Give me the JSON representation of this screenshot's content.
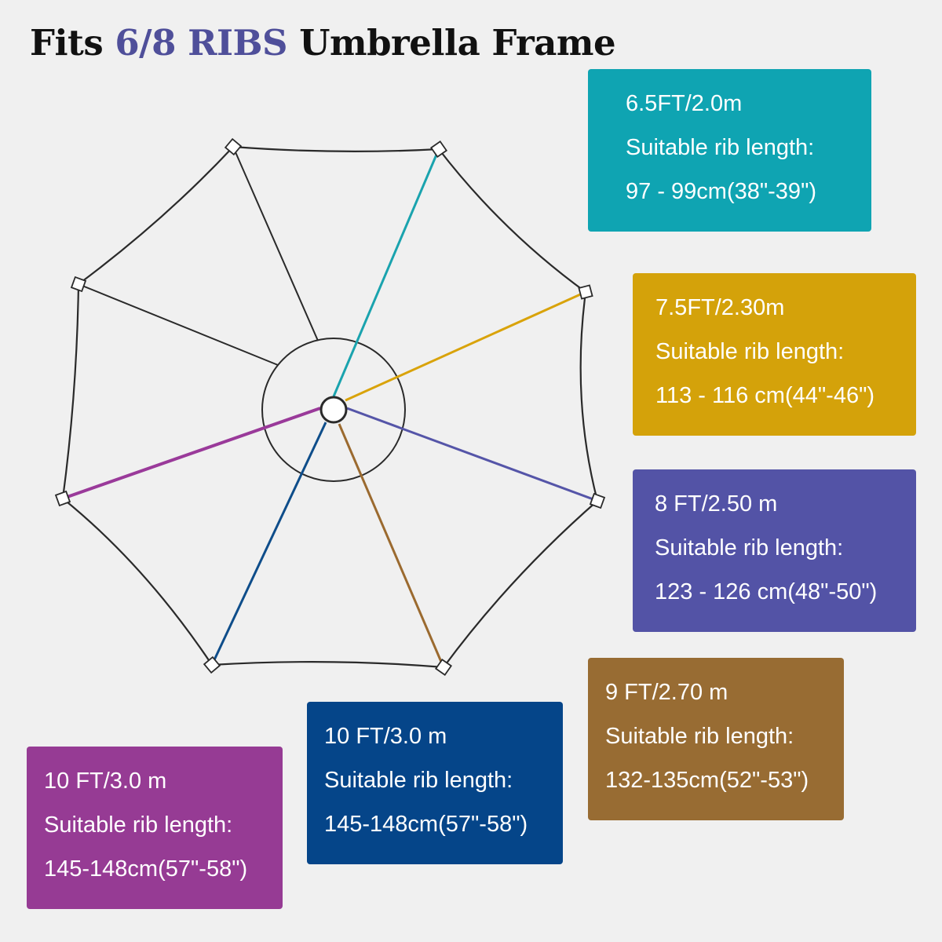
{
  "title": {
    "prefix": "Fits ",
    "highlight": "6/8 RIBS",
    "suffix": " Umbrella Frame",
    "highlight_color": "#4f4f9a"
  },
  "rib_colors": {
    "teal": "#1aa3ae",
    "yellow": "#d9a30a",
    "purple": "#5555a8",
    "brown": "#9b6a2f",
    "navy": "#0e4d8a",
    "magenta": "#9a3a9a",
    "frame": "#2a2a2a"
  },
  "boxes": [
    {
      "id": "teal",
      "color": "#0fa4b2",
      "size": "6.5FT/2.0m",
      "label": "Suitable rib length:",
      "range": "97 - 99cm(38\"-39\")"
    },
    {
      "id": "yellow",
      "color": "#d4a20a",
      "size": "7.5FT/2.30m",
      "label": "Suitable rib length:",
      "range": "113 - 116 cm(44\"-46\")"
    },
    {
      "id": "purple",
      "color": "#5353a6",
      "size": "8 FT/2.50 m",
      "label": "Suitable rib length:",
      "range": "123 - 126 cm(48\"-50\")"
    },
    {
      "id": "brown",
      "color": "#986c33",
      "size": "9 FT/2.70 m",
      "label": "Suitable rib length:",
      "range": "132-135cm(52\"-53\")"
    },
    {
      "id": "navy",
      "color": "#054589",
      "size": "10 FT/3.0 m",
      "label": "Suitable rib length:",
      "range": "145-148cm(57\"-58\")"
    },
    {
      "id": "magenta",
      "color": "#963b94",
      "size": "10 FT/3.0 m",
      "label": "Suitable rib length:",
      "range": "145-148cm(57\"-58\")"
    }
  ]
}
